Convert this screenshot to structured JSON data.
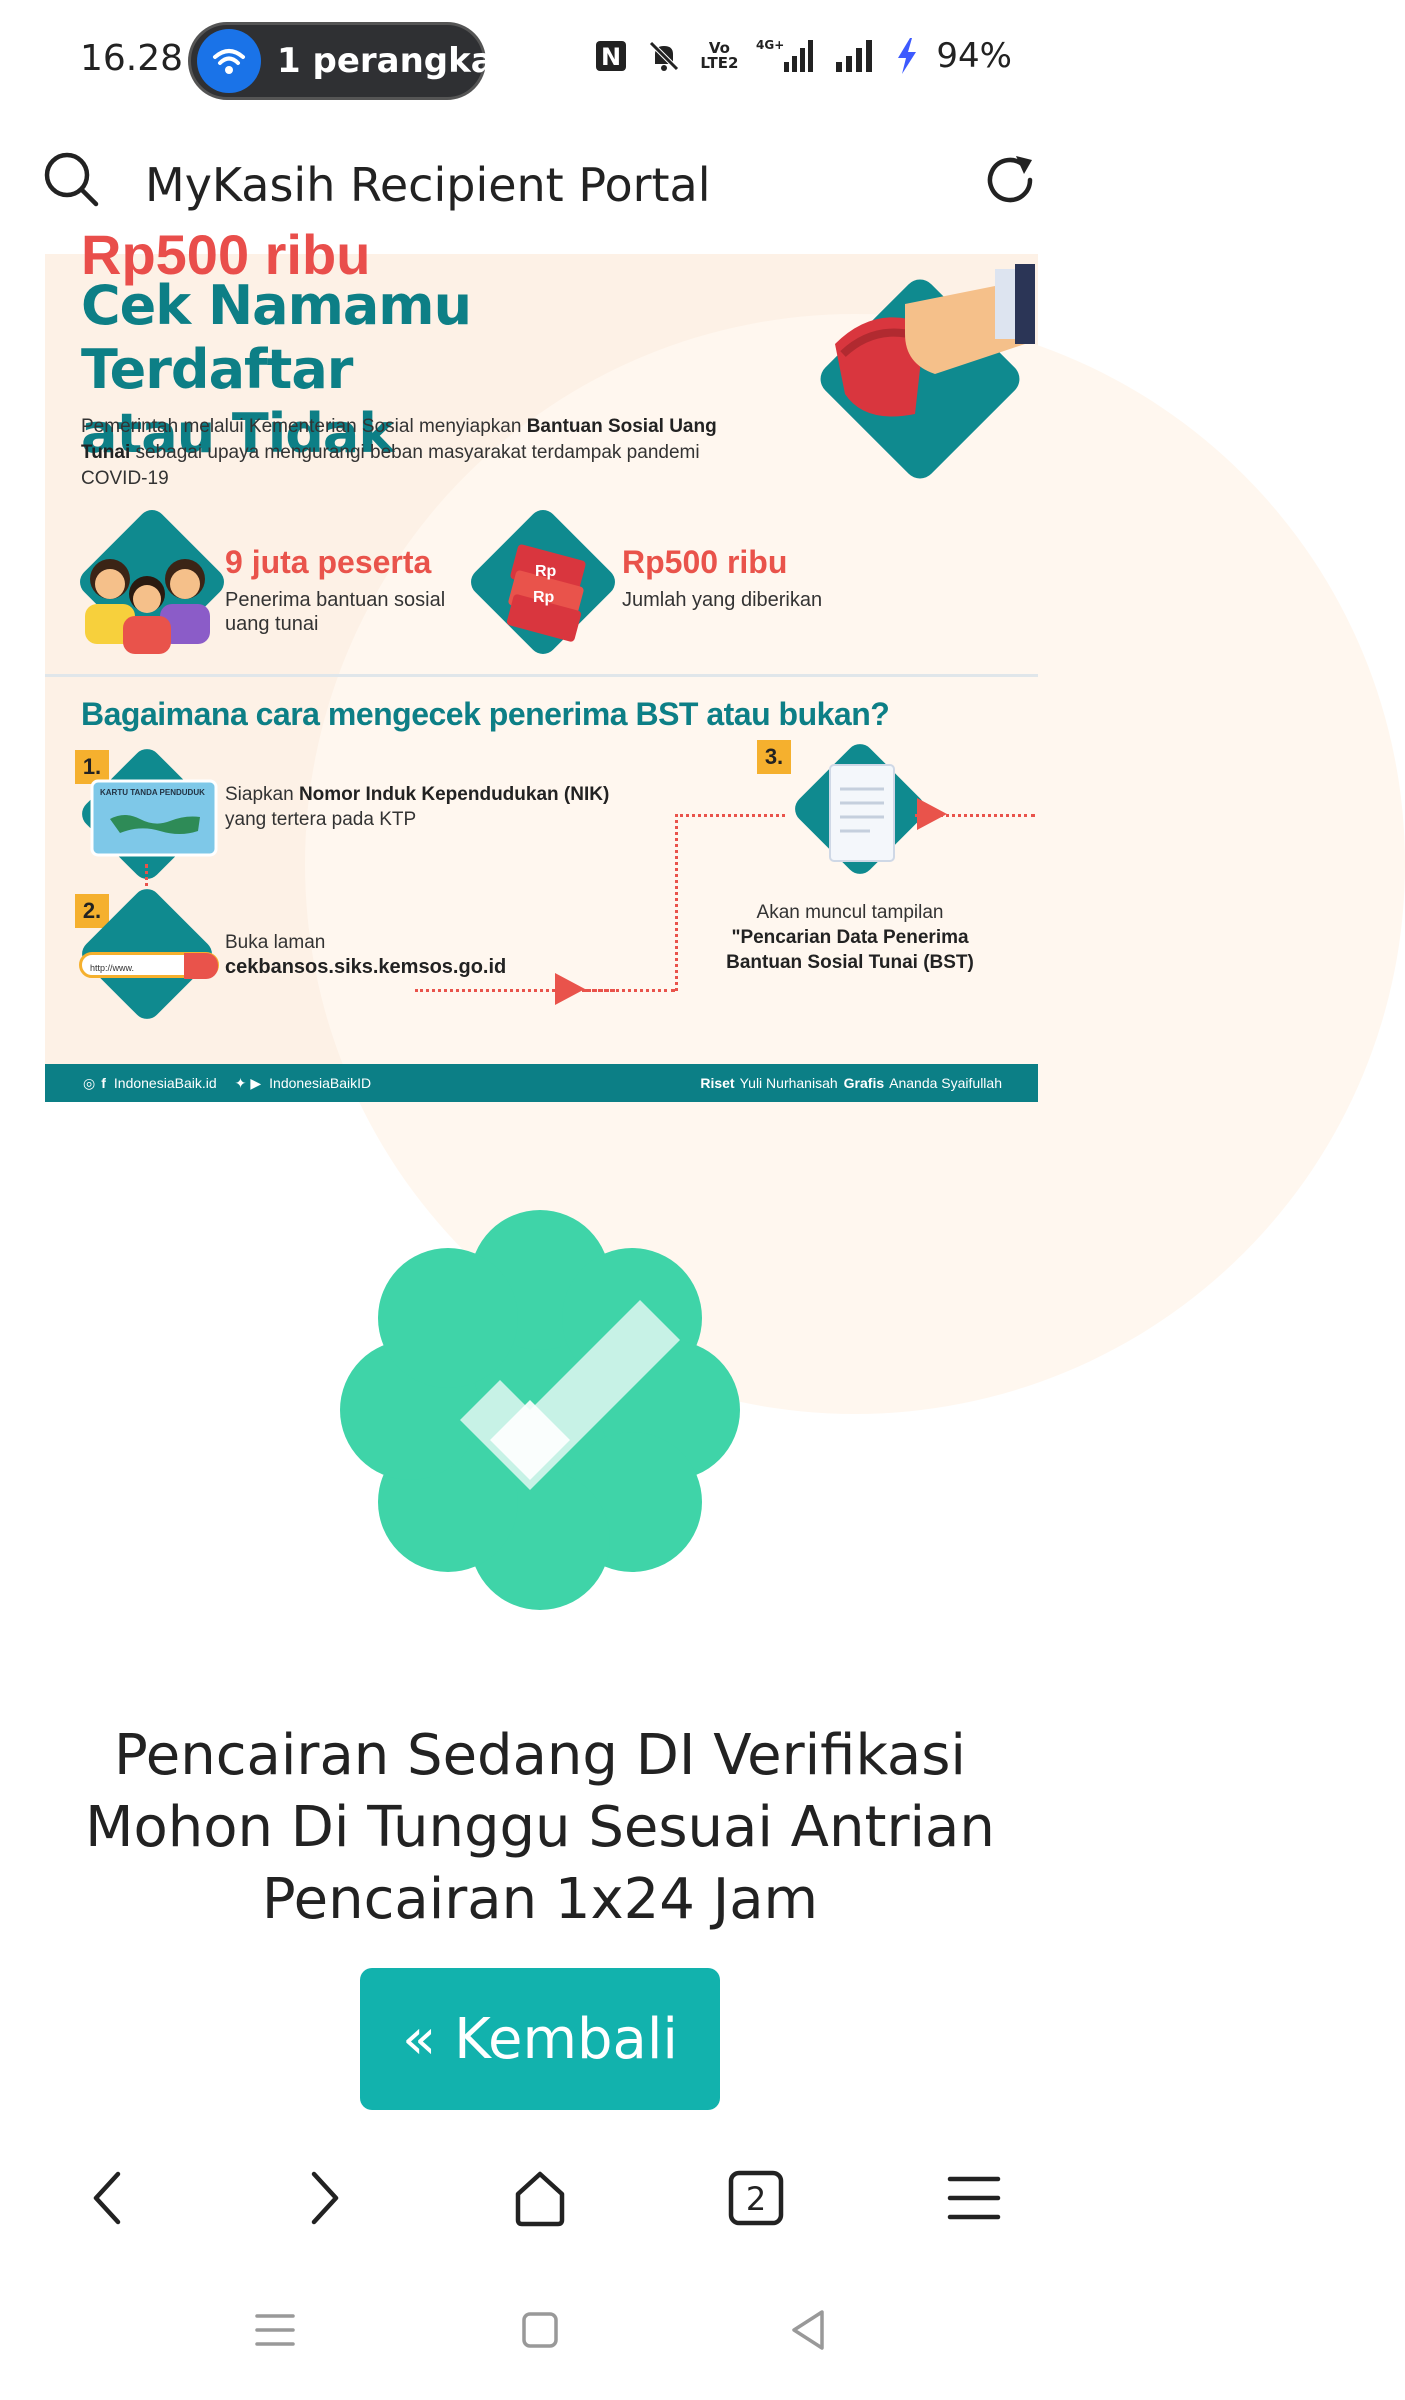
{
  "status_bar": {
    "time": "16.28",
    "hotspot_text": "1 perangka",
    "nfc_label": "N",
    "volte_top": "Vo",
    "volte_bottom": "LTE2",
    "network_label": "4G+",
    "battery": "94%"
  },
  "browser": {
    "page_title": "MyKasih Recipient Portal"
  },
  "infographic": {
    "top_crop_text": "Rp500 ribu",
    "title_line1": "Cek Namamu Terdaftar",
    "title_line2": "atau Tidak",
    "intro_part1": "Pemerintah melalui Kementerian Sosial menyiapkan ",
    "intro_bold1": "Bantuan Sosial Uang Tunai",
    "intro_part2": " sebagai upaya mengurangi beban masyarakat terdampak pandemi COVID-19",
    "stat1_heading": "9 juta peserta",
    "stat1_line1": "Penerima bantuan sosial",
    "stat1_line2": "uang tunai",
    "stat2_heading": "Rp500 ribu",
    "stat2_line1": "Jumlah yang diberikan",
    "rp_label": "Rp",
    "how_heading": "Bagaimana cara mengecek penerima BST atau bukan?",
    "step1_num": "1.",
    "step1_line1_pre": "Siapkan ",
    "step1_line1_bold": "Nomor Induk Kependudukan (NIK)",
    "step1_line2": "yang tertera pada KTP",
    "ktp_label": "KARTU TANDA PENDUDUK",
    "step2_num": "2.",
    "step2_line1": "Buka laman",
    "step2_line2": "cekbansos.siks.kemsos.go.id",
    "url_box": "http://www.",
    "step3_num": "3.",
    "step3_line1": "Akan muncul tampilan",
    "step3_line2": "\"Pencarian Data Penerima",
    "step3_line3": "Bantuan Sosial Tunai (BST)",
    "footer_left1": "IndonesiaBaik.id",
    "footer_left2": "IndonesiaBaikID",
    "footer_riset": "Riset",
    "footer_riset_name": "Yuli Nurhanisah",
    "footer_grafis": "Grafis",
    "footer_grafis_name": "Ananda Syaifullah"
  },
  "message": {
    "line1": "Pencairan Sedang DI Verifikasi",
    "line2": "Mohon Di Tunggu Sesuai Antrian",
    "line3": "Pencairan 1x24 Jam"
  },
  "back_button": {
    "label": "« Kembali"
  },
  "browser_nav": {
    "tabs_count": "2"
  },
  "colors": {
    "accent": "#12b2ad",
    "badge": "#3fd4a8",
    "teal_dark": "#0d7f86",
    "red": "#e9534b"
  }
}
